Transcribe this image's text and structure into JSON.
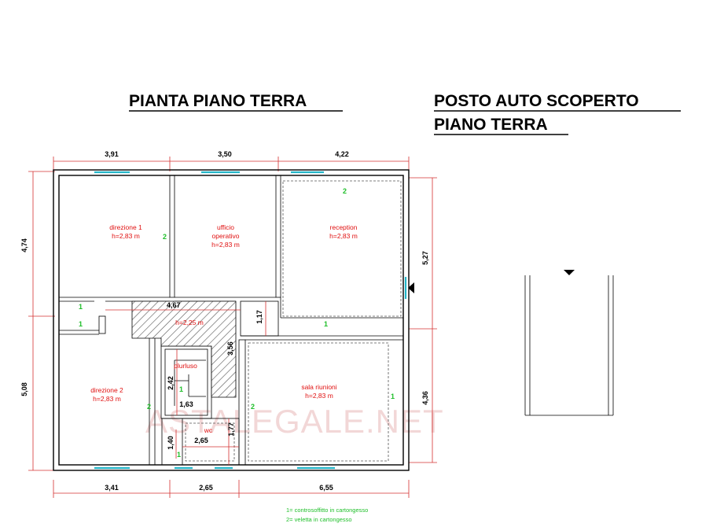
{
  "titles": {
    "ground_floor_plan": "PIANTA PIANO TERRA",
    "parking_line1": "POSTO AUTO SCOPERTO",
    "parking_line2": "PIANO TERRA"
  },
  "dimensions": {
    "top": [
      "3,91",
      "3,50",
      "4,22"
    ],
    "bottom": [
      "3,41",
      "2,65",
      "6,55"
    ],
    "left": [
      "4,74",
      "5,08"
    ],
    "right": [
      "5,27",
      "4,36"
    ],
    "corridor_width": "4,67",
    "corridor_small": "1,17",
    "diagonal": "3,56",
    "stair_h": "2,42",
    "stair_w": "1,63",
    "bath_w": "2,65",
    "bath_h": "1,77",
    "bath_small": "1,40"
  },
  "rooms": {
    "direzione1": {
      "name": "direzione 1",
      "height": "h=2,83 m"
    },
    "ufficio": {
      "name1": "ufficio",
      "name2": "operativo",
      "height": "h=2,83 m"
    },
    "reception": {
      "name": "reception",
      "height": "h=2,83 m"
    },
    "corridor": {
      "height": "h=2,25 m"
    },
    "pluriuso": {
      "name": "plurluso"
    },
    "direzione2": {
      "name": "direzione 2",
      "height": "h=2,83 m"
    },
    "sala": {
      "name": "sala riunioni",
      "height": "h=2,83 m"
    },
    "wc": {
      "name": "wc"
    }
  },
  "markers": {
    "one": "1",
    "two": "2"
  },
  "legend": {
    "line1": "1= controsoffitto in cartongesso",
    "line2": "2= veletta in cartongesso"
  },
  "watermark": "ASTALEGALE.NET",
  "colors": {
    "dimension": "#d43030",
    "window": "#23b5c8",
    "room_label": "#e01010",
    "marker": "#1fbf2a"
  }
}
